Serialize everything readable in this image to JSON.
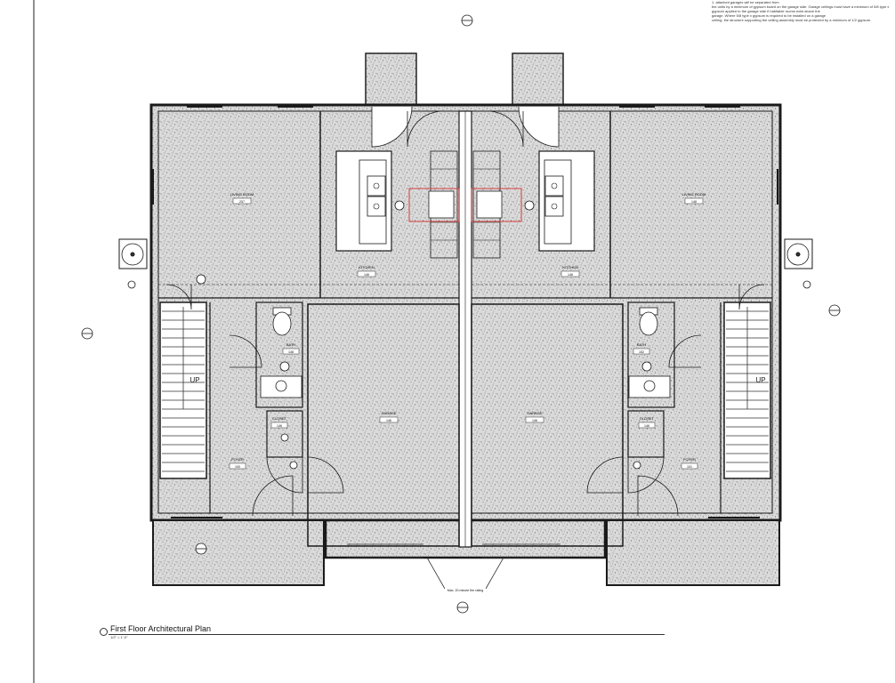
{
  "title": {
    "text": "First Floor Architectural Plan",
    "scale": "1/2\" = 1'-0\""
  },
  "notes": [
    "1. attached garages will be separated from",
    "the units by a minimum of gypsum board on the garage side. Garage ceilings must have a minimum of 5/8 type x",
    "gypsum applied to the garage side if habitable rooms exist above the",
    "garage. Where 5/8 type x gypsum is required to be installed on a garage",
    "ceiling, the structure supporting the ceiling assembly must be protected by a minimum of 1/2 gypsum."
  ],
  "units": {
    "left": {
      "living_room": "LIVING ROOM",
      "living_room_tag": "257",
      "kitchen": "KITCHEN",
      "kitchen_tag": "146",
      "bath": "BATH",
      "bath_tag": "148",
      "closet": "CLOSET",
      "closet_tag": "146",
      "foyer": "FOYER",
      "foyer_tag": "100",
      "garage": "GARAGE",
      "garage_tag": "146",
      "stair": "UP"
    },
    "right": {
      "living_room": "LIVING ROOM",
      "living_room_tag": "148",
      "kitchen": "KITCHEN",
      "kitchen_tag": "146",
      "bath": "BATH",
      "bath_tag": "152",
      "closet": "CLOSET",
      "closet_tag": "146",
      "foyer": "FOYER",
      "foyer_tag": "101",
      "garage": "GARAGE",
      "garage_tag": "146",
      "stair": "UP"
    }
  },
  "driveway_note": "Max. 20 minute fire rating",
  "colors": {
    "fill": "#d6d6d6",
    "wall": "#1a1a1a",
    "accent": "#d43a3a"
  }
}
